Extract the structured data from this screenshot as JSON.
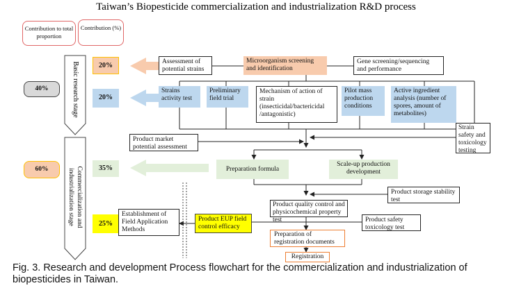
{
  "title": "Taiwan’s Biopesticide commercialization and industrialization R&D process",
  "headers": {
    "contribution_total": "Contribution to total proportion",
    "contribution_pct": "Contribution (%)"
  },
  "stages": {
    "basic": "Basic research stage",
    "commercial": "Commercialization and industrialization stage"
  },
  "totals": {
    "basic": "40%",
    "commercial": "60%"
  },
  "percents": {
    "p1": "20%",
    "p2": "20%",
    "p3": "35%",
    "p4": "25%"
  },
  "boxes": {
    "assessment": "Assessment of potential strains",
    "microorganism": "Microorganism screening and identification",
    "gene": "Gene screening/sequencing and performance",
    "strains_activity": "Strains activity test",
    "preliminary": "Preliminary field trial",
    "mechanism": "Mechanism of action of strain (insecticidal/bactericidal /antagonistic)",
    "pilot": "Pilot mass production conditions",
    "active": "Active ingredient analysis (number of spores, amount of metabolites)",
    "strain_safety": "Strain safety and toxicology testing",
    "market": "Product market potential assessment",
    "preparation_formula": "Preparation formula",
    "scaleup": "Scale-up production development",
    "storage": "Product storage stability test",
    "quality": "Product quality control and physicochemical property test",
    "field_methods": "Establishment of Field Application Methods",
    "eup": "Product EUP field control efficacy",
    "safety_tox": "Product safety toxicology test",
    "prep_docs": "Preparation of registration documents",
    "registration": "Registration"
  },
  "caption": "Fig. 3. Research and development Process flowchart for the commercialization and industrialization of biopesticides in Taiwan.",
  "colors": {
    "orange_fill": "#f8cbad",
    "blue_fill": "#bdd7ee",
    "green_fill": "#e2efda",
    "yellow_fill": "#ffff00",
    "orange_border": "#ed7d31",
    "gold_border": "#ffc000",
    "red_border": "#e06666",
    "gray_fill": "#d9d9d9"
  }
}
